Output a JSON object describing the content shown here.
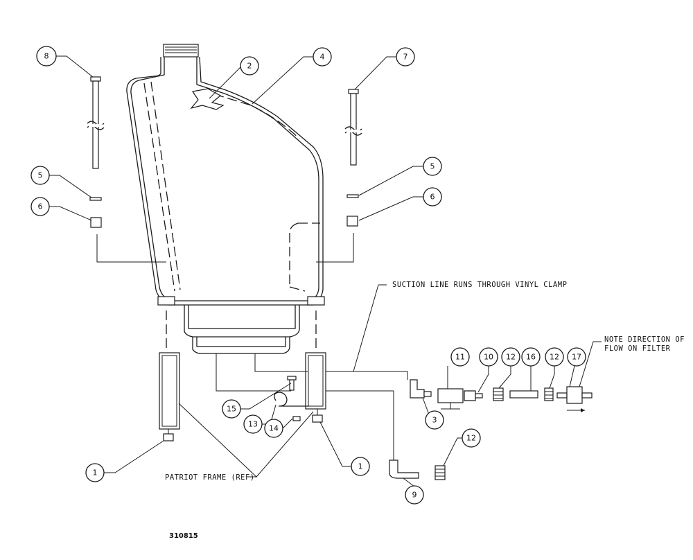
{
  "drawing_number": "310815",
  "notes": {
    "suction_line": "SUCTION LINE RUNS THROUGH VINYL CLAMP",
    "flow_direction_line1": "NOTE DIRECTION OF",
    "flow_direction_line2": "FLOW ON FILTER",
    "frame_ref": "PATRIOT FRAME (REF)"
  },
  "callouts": [
    {
      "id": "c8",
      "label": "8"
    },
    {
      "id": "c2",
      "label": "2"
    },
    {
      "id": "c4",
      "label": "4"
    },
    {
      "id": "c7",
      "label": "7"
    },
    {
      "id": "c5a",
      "label": "5"
    },
    {
      "id": "c5b",
      "label": "5"
    },
    {
      "id": "c6a",
      "label": "6"
    },
    {
      "id": "c6b",
      "label": "6"
    },
    {
      "id": "c11",
      "label": "11"
    },
    {
      "id": "c10",
      "label": "10"
    },
    {
      "id": "c12a",
      "label": "12"
    },
    {
      "id": "c16",
      "label": "16"
    },
    {
      "id": "c12b",
      "label": "12"
    },
    {
      "id": "c17",
      "label": "17"
    },
    {
      "id": "c15",
      "label": "15"
    },
    {
      "id": "c13",
      "label": "13"
    },
    {
      "id": "c14",
      "label": "14"
    },
    {
      "id": "c3",
      "label": "3"
    },
    {
      "id": "c12c",
      "label": "12"
    },
    {
      "id": "c1a",
      "label": "1"
    },
    {
      "id": "c1b",
      "label": "1"
    },
    {
      "id": "c9",
      "label": "9"
    }
  ]
}
